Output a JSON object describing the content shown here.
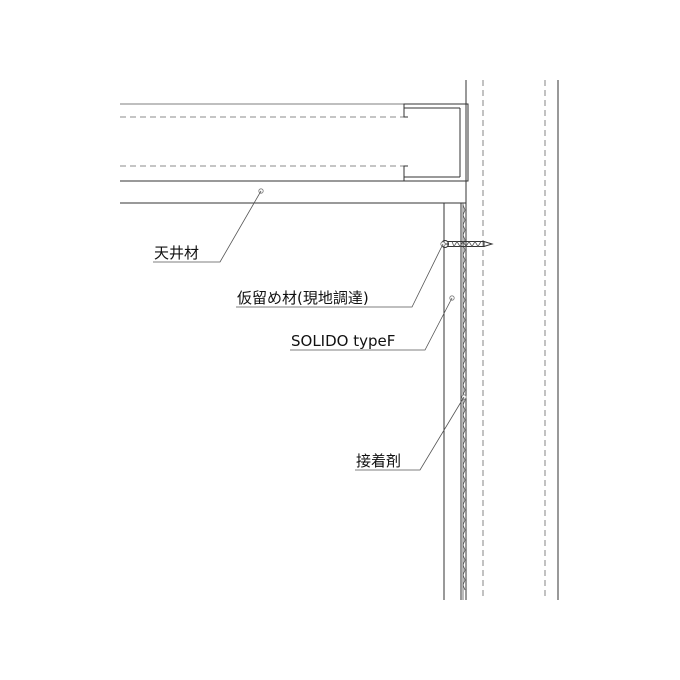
{
  "labels": {
    "ceiling": "天井材",
    "temp_fixing": "仮留め材(現地調達)",
    "product": "SOLIDO typeF",
    "adhesive": "接着剤"
  }
}
